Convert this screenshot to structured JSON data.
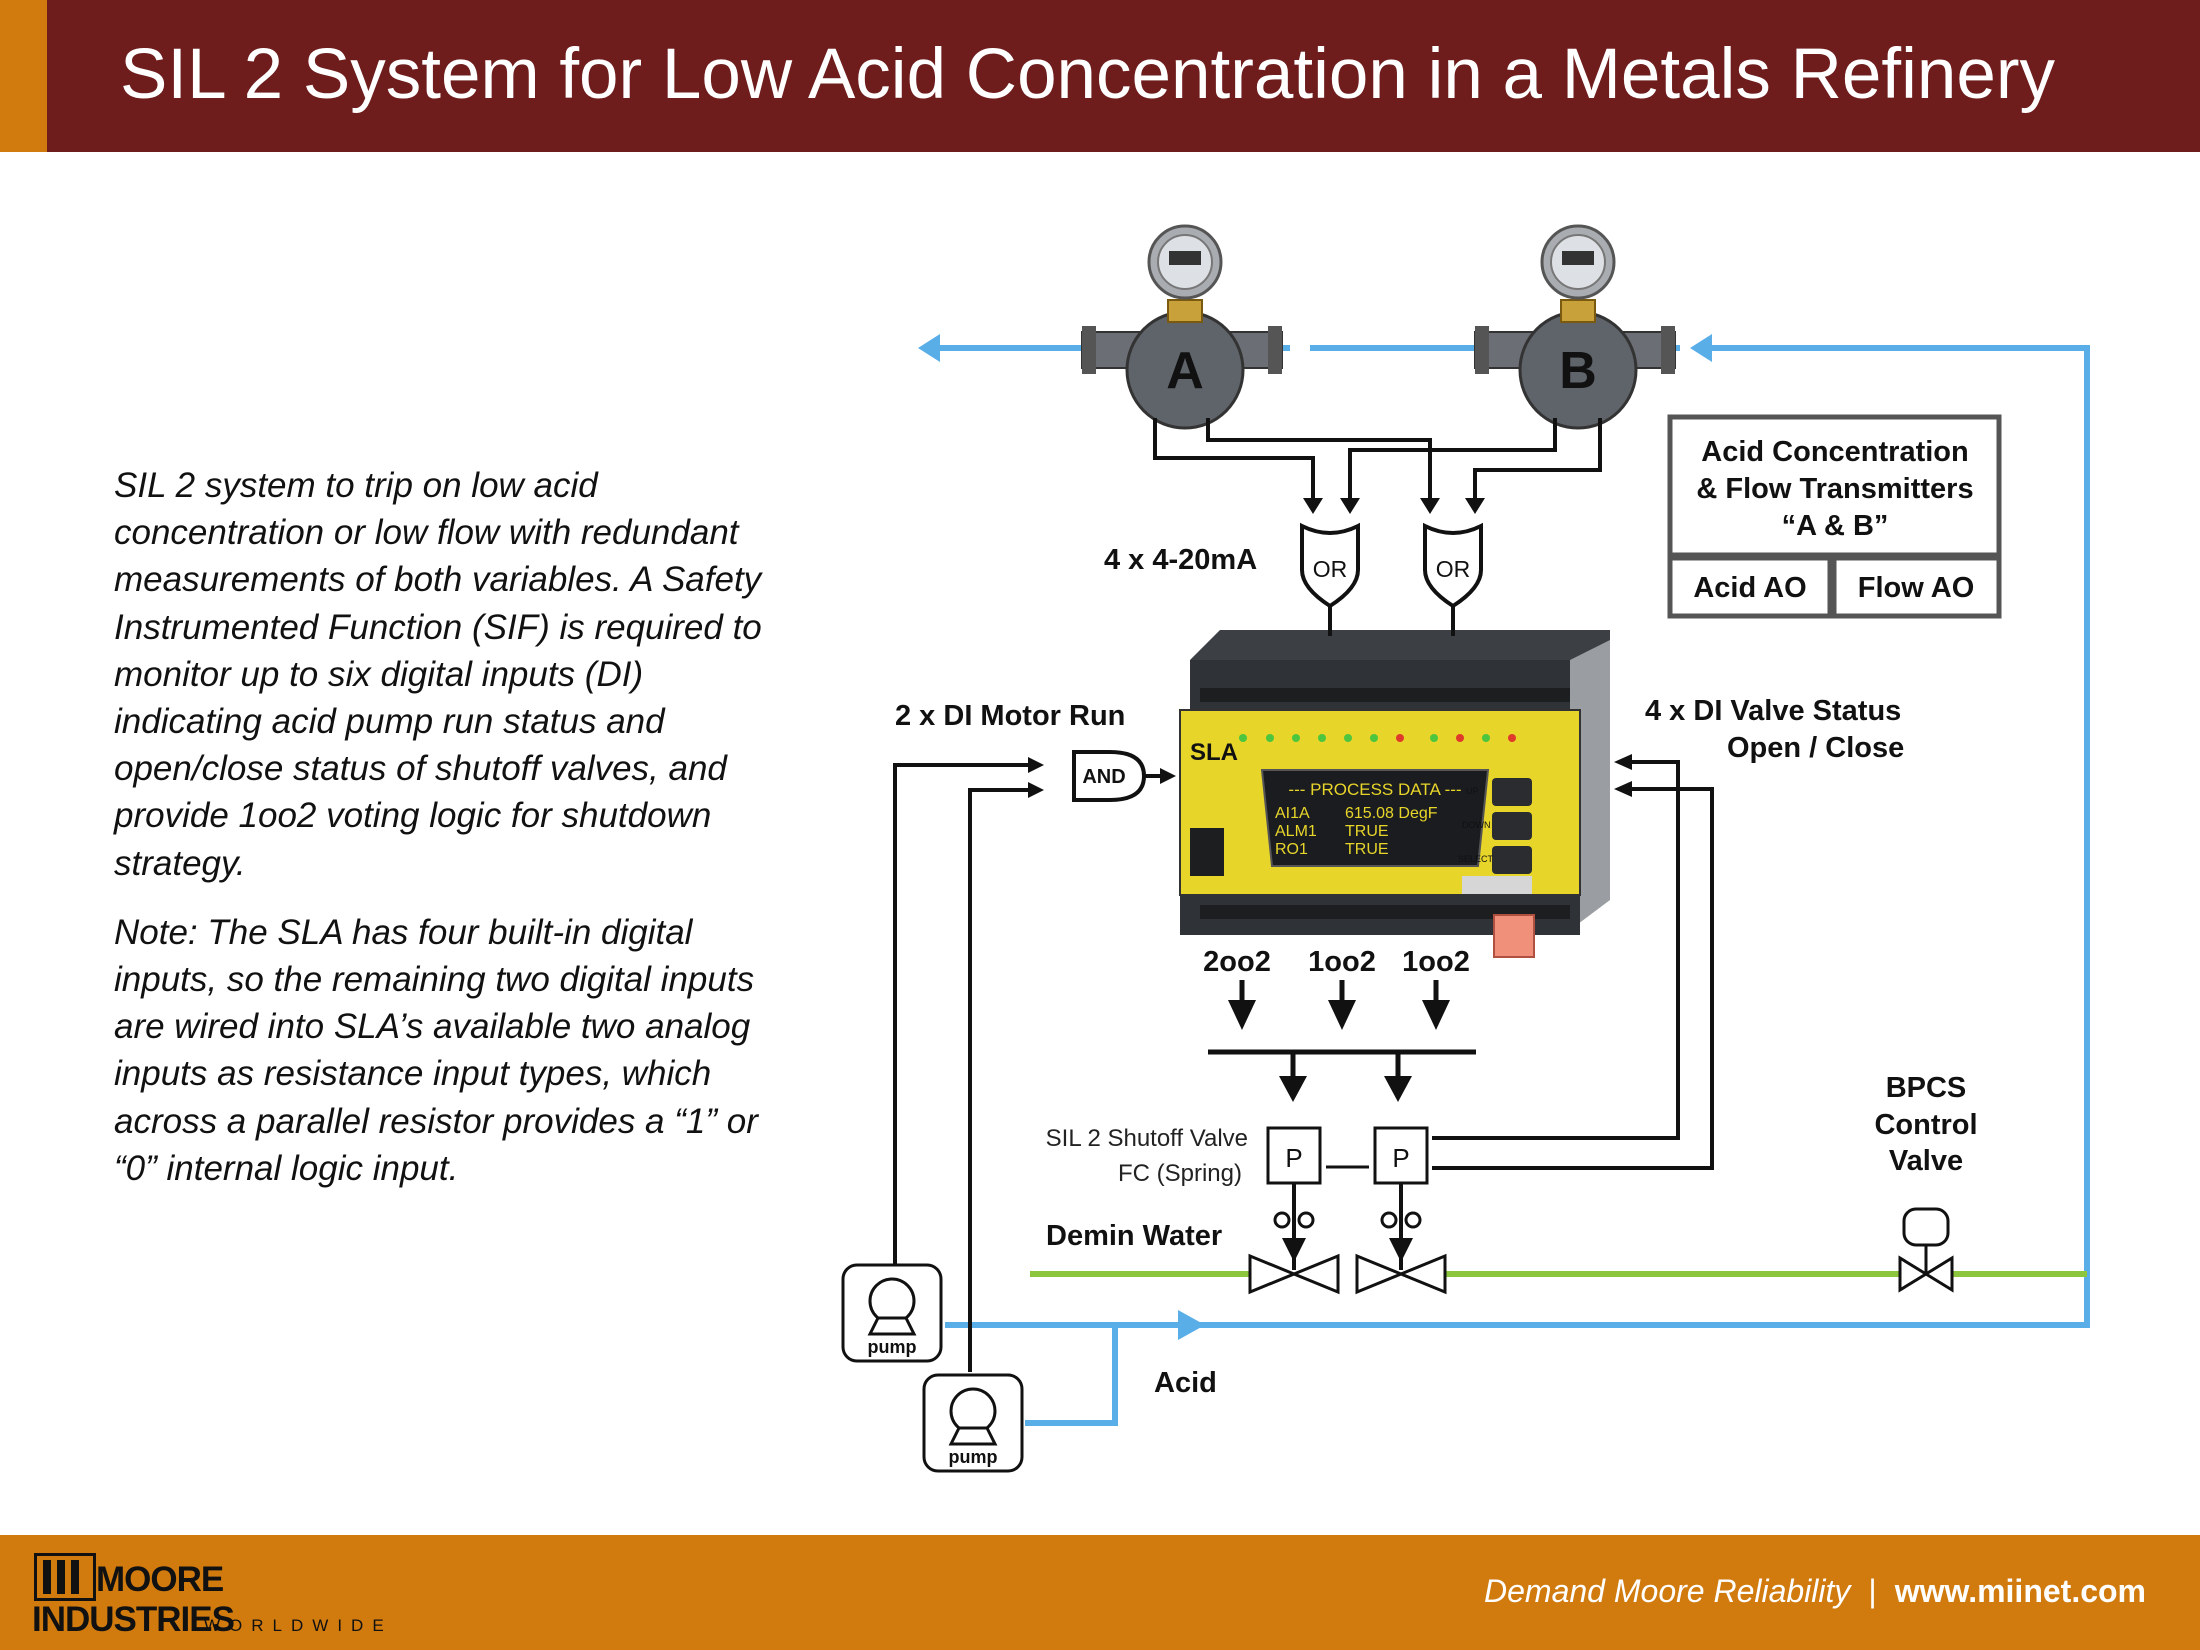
{
  "title": "SIL 2 System for Low Acid Concentration in a Metals Refinery",
  "description": {
    "paragraph1": "SIL 2 system to trip on low acid concentration or low flow with redundant measurements of both variables. A Safety Instrumented Function (SIF) is required to monitor up to six digital inputs (DI) indicating acid pump run status and open/close status of shutoff valves, and provide 1oo2 voting logic for shutdown strategy.",
    "paragraph2": "Note: The SLA has four built-in digital inputs, so the remaining two digital inputs are wired into SLA’s available two analog inputs as resistance input types, which across a parallel resistor provides a “1” or “0” internal logic input."
  },
  "diagram": {
    "transmitter_a": "A",
    "transmitter_b": "B",
    "analog_label": "4 x 4-20mA",
    "or_gate": "OR",
    "and_gate": "AND",
    "motor_run_label": "2 x DI Motor Run",
    "valve_status_line1": "4 x DI Valve Status",
    "valve_status_line2": "Open / Close",
    "legend_line1": "Acid Concentration",
    "legend_line2": "& Flow Transmitters",
    "legend_line3": "“A & B”",
    "legend_acid_ao": "Acid AO",
    "legend_flow_ao": "Flow AO",
    "vote_2oo2": "2oo2",
    "vote_1oo2": "1oo2",
    "positioner": "P",
    "shutoff_valve_line1": "SIL 2 Shutoff Valve",
    "shutoff_valve_line2": "FC (Spring)",
    "demin_water": "Demin Water",
    "bpcs_line1": "BPCS",
    "bpcs_line2": "Control",
    "bpcs_line3": "Valve",
    "acid": "Acid",
    "pump": "pump",
    "sla": {
      "model": "SLA",
      "screen_header": "--- PROCESS DATA ---",
      "screen_rows": [
        {
          "tag": "AI1A",
          "value": "615.08 DegF"
        },
        {
          "tag": "ALM1",
          "value": "TRUE"
        },
        {
          "tag": "RO1",
          "value": "TRUE"
        }
      ],
      "btn_up": "UP",
      "btn_down": "DOWN",
      "btn_select": "SELECT"
    }
  },
  "footer": {
    "logo_moore": "MOORE",
    "logo_industries": "INDUSTRIES",
    "logo_worldwide": "WORLDWIDE",
    "tagline": "Demand Moore Reliability",
    "separator": "|",
    "url": "www.miinet.com"
  },
  "colors": {
    "title_bar": "#6e1c1c",
    "accent_orange": "#d17b0f",
    "acid_line": "#5aaee8",
    "demin_water_line": "#8cc63f",
    "sla_yellow": "#e8d52a"
  }
}
